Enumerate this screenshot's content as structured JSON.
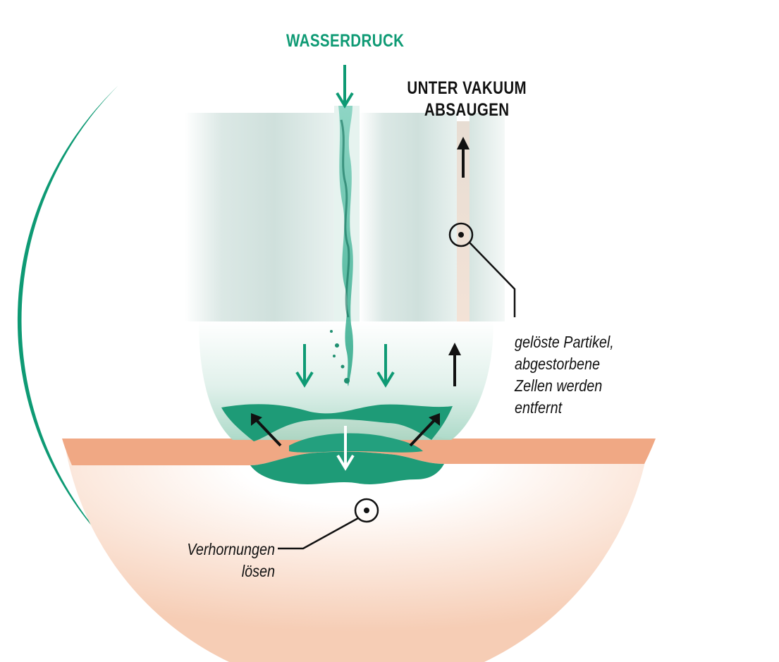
{
  "colors": {
    "accent_green": "#0e9a74",
    "skin": "#f0a884",
    "skin_light": "#fbe3d6",
    "ink": "#111111"
  },
  "labels": {
    "water_pressure": "WASSERDRUCK",
    "vacuum_line1": "UNTER VAKUUM",
    "vacuum_line2": "ABSAUGEN",
    "particles": [
      "gelöste Partikel,",
      "abgestorbene",
      "Zellen werden",
      "entfernt"
    ],
    "keratin": [
      "Verhornungen",
      "lösen"
    ]
  },
  "icons": [
    "arrow-down-icon",
    "arrow-up-icon",
    "callout-target-icon"
  ]
}
